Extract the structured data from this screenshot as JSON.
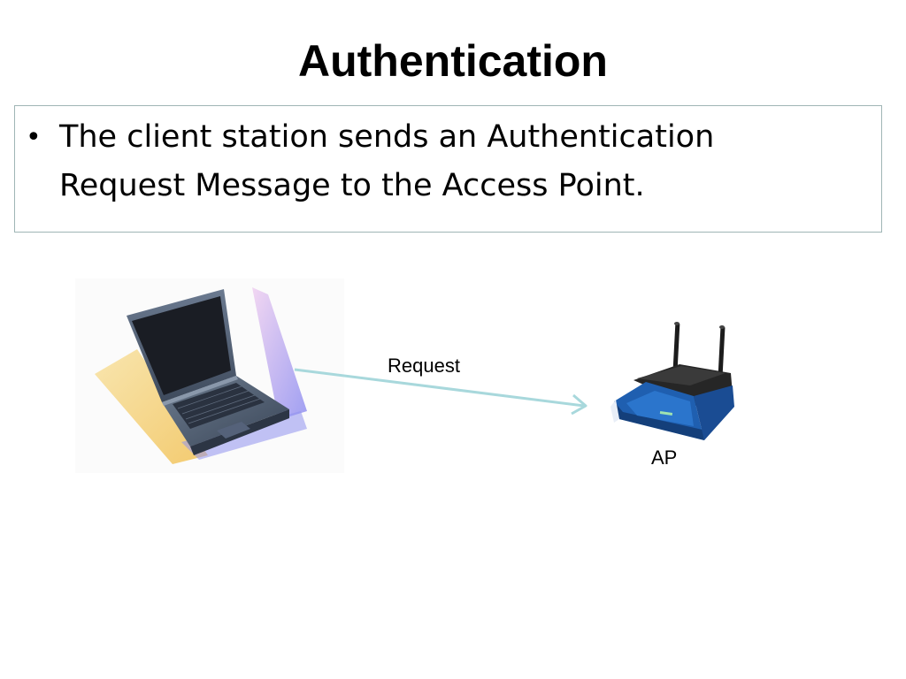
{
  "slide": {
    "title": "Authentication",
    "bullets": [
      "The client station sends an Authentication Request Message to the Access Point."
    ]
  },
  "diagram": {
    "client_icon": "laptop-icon",
    "ap_icon": "wireless-router-icon",
    "arrow_label": "Request",
    "ap_label": "AP",
    "arrow_direction": "client-to-ap",
    "colors": {
      "arrow": "#a8d8dc",
      "router_body": "#1e5aa8",
      "router_top": "#222222",
      "laptop_body": "#4a5a6e",
      "shadow_yellow": "#f4d27a",
      "shadow_purple": "#9ea0f0",
      "box_border": "#9fb5b5"
    }
  }
}
